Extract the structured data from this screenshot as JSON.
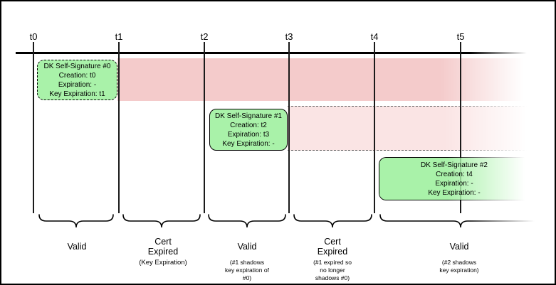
{
  "timeline": {
    "ticks": [
      "t0",
      "t1",
      "t2",
      "t3",
      "t4",
      "t5"
    ]
  },
  "signatures": [
    {
      "title": "DK Self-Signature #0",
      "creation": "Creation: t0",
      "expiration": "Expiration: -",
      "key_expiration": "Key Expiration: t1"
    },
    {
      "title": "DK Self-Signature #1",
      "creation": "Creation: t2",
      "expiration": "Expiration: t3",
      "key_expiration": "Key Expiration: -"
    },
    {
      "title": "DK Self-Signature #2",
      "creation": "Creation: t4",
      "expiration": "Expiration: -",
      "key_expiration": "Key Expiration: -"
    }
  ],
  "periods": [
    {
      "label": "Valid",
      "note": ""
    },
    {
      "label": "Cert Expired",
      "note": "(Key Expiration)"
    },
    {
      "label": "Valid",
      "note": "(#1 shadows\nkey expiration of\n#0)"
    },
    {
      "label": "Cert Expired",
      "note": "(#1 expired so\nno longer\nshadows #0)"
    },
    {
      "label": "Valid",
      "note": "(#2 shadows\nkey expiration)"
    }
  ],
  "colors": {
    "signature_green": "#A9F2A9",
    "key_expired_red": "#F4CBCB",
    "cert_expired_pink": "#FAE4E4",
    "line_black": "#000000"
  }
}
